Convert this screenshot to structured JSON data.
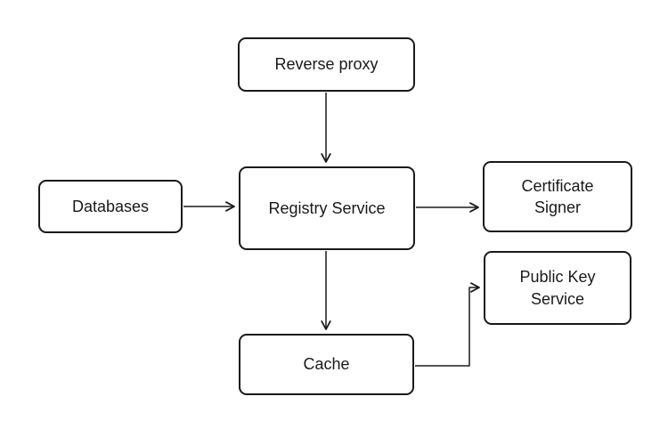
{
  "diagram": {
    "background_color": "#ffffff",
    "stroke_color": "#1a1a1a",
    "nodes": [
      {
        "id": "reverse-proxy",
        "label": "Reverse proxy"
      },
      {
        "id": "databases",
        "label": "Databases"
      },
      {
        "id": "registry-service",
        "label": "Registry Service"
      },
      {
        "id": "certificate-signer",
        "label": "Certificate Signer"
      },
      {
        "id": "public-key-service",
        "label": "Public Key Service"
      },
      {
        "id": "cache",
        "label": "Cache"
      }
    ],
    "edges": [
      {
        "from": "reverse-proxy",
        "to": "registry-service",
        "direction": "down"
      },
      {
        "from": "databases",
        "to": "registry-service",
        "direction": "right"
      },
      {
        "from": "registry-service",
        "to": "certificate-signer",
        "direction": "right"
      },
      {
        "from": "registry-service",
        "to": "cache",
        "direction": "down"
      },
      {
        "from": "cache",
        "to": "public-key-service",
        "direction": "right-up-right-elbow"
      }
    ]
  }
}
